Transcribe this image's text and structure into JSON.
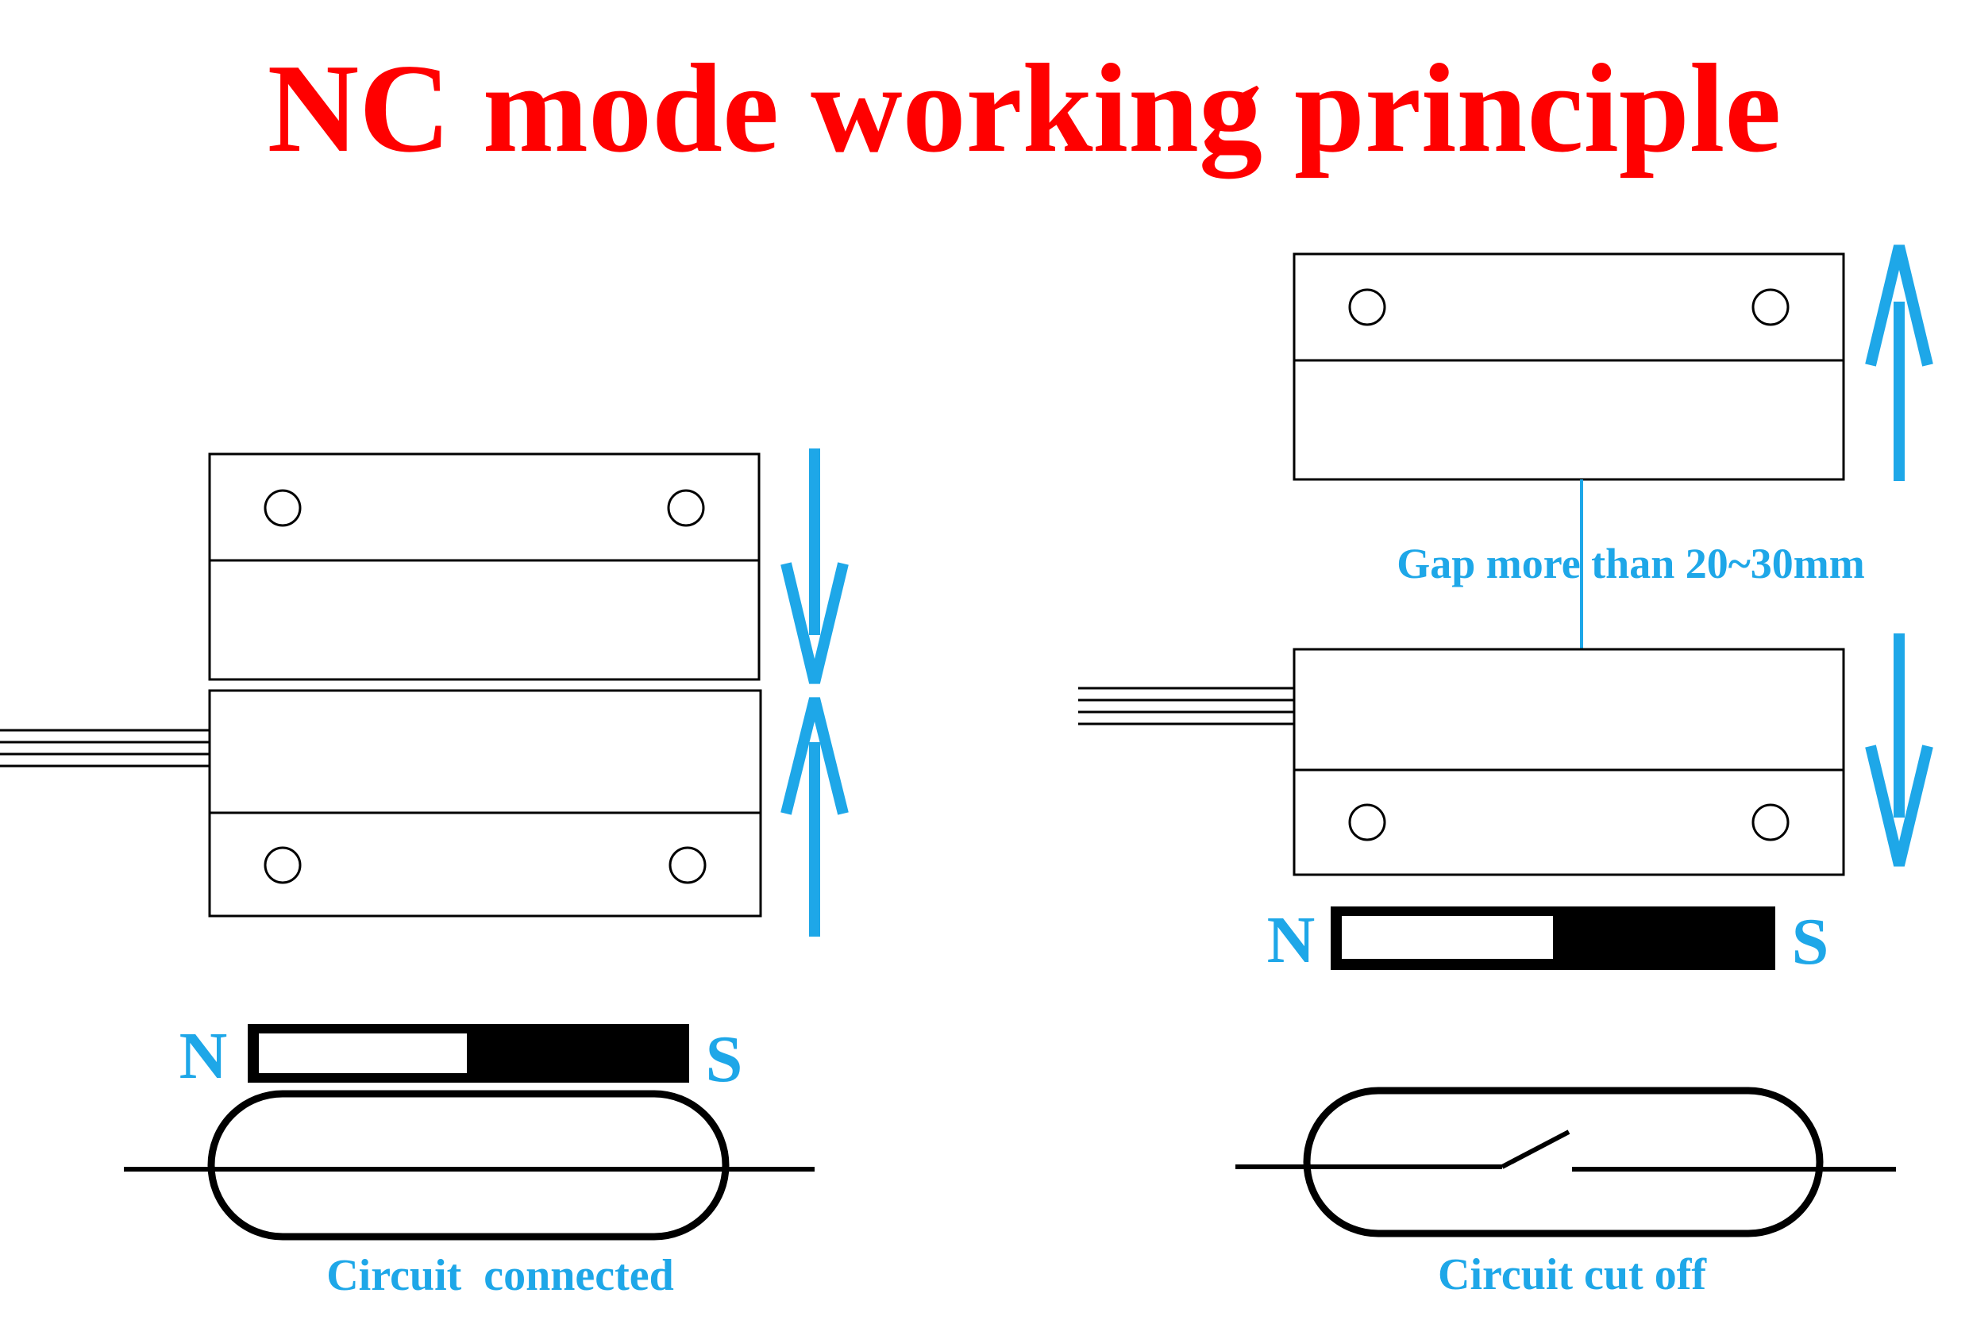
{
  "title": "NC mode working principle",
  "colors": {
    "title": "#ff0000",
    "accent": "#1ea7e8",
    "line": "#000000",
    "background": "#ffffff"
  },
  "left_panel": {
    "magnet_north": "N",
    "magnet_south": "S",
    "caption": "Circuit  connected",
    "arrows": [
      "arrow-down",
      "arrow-up"
    ]
  },
  "right_panel": {
    "gap_label": "Gap more than 20~30mm",
    "magnet_north": "N",
    "magnet_south": "S",
    "caption": "Circuit cut off",
    "arrows": [
      "arrow-up",
      "arrow-down"
    ]
  }
}
